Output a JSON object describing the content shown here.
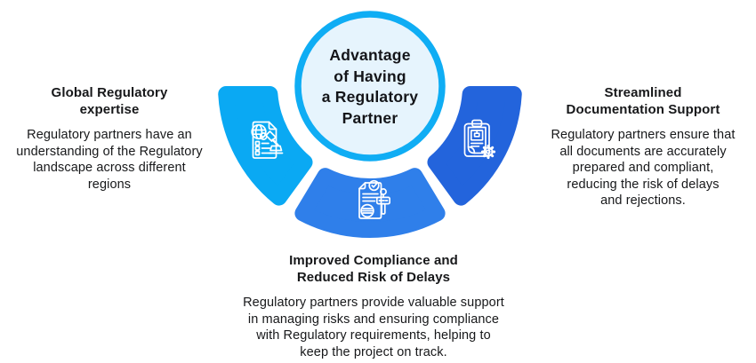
{
  "diagram": {
    "center": {
      "title": "Advantage\nof Having\na Regulatory\nPartner",
      "ring_color": "#0FADF4",
      "fill_color": "#E6F4FD",
      "text_color": "#141519"
    },
    "segments": [
      {
        "id": "left",
        "label": "Global Regulatory expertise",
        "color": "#0AA9F3",
        "icon": "regulatory-document-gavel-icon"
      },
      {
        "id": "bottom",
        "label": "Improved Compliance and Reduced Risk of Delays",
        "color": "#2F7FEA",
        "icon": "certificate-stamp-icon"
      },
      {
        "id": "right",
        "label": "Streamlined Documentation Support",
        "color": "#2364DC",
        "icon": "clipboard-package-gear-icon"
      }
    ]
  },
  "sections": {
    "left": {
      "heading": "Global Regulatory\nexpertise",
      "body": "Regulatory partners have an\nunderstanding of the Regulatory\nlandscape across different\nregions"
    },
    "bottom": {
      "heading": "Improved Compliance and\nReduced Risk of Delays",
      "body": "Regulatory partners provide valuable support\nin managing risks and ensuring compliance\nwith Regulatory requirements, helping to\nkeep the project on track."
    },
    "right": {
      "heading": "Streamlined\nDocumentation Support",
      "body": "Regulatory partners ensure that\nall documents are accurately\nprepared and compliant,\nreducing the risk of delays\nand rejections."
    }
  }
}
